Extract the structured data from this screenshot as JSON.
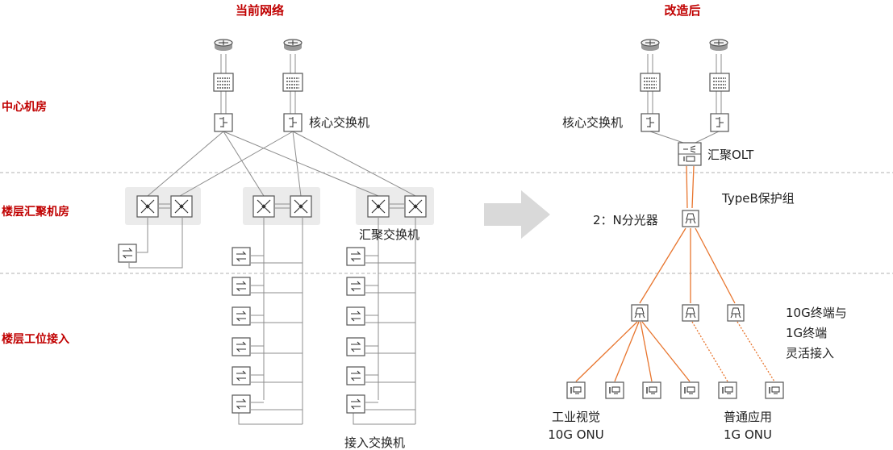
{
  "titles": {
    "current": "当前网络",
    "after": "改造后"
  },
  "zones": {
    "center": "中心机房",
    "aggregation": "楼层汇聚机房",
    "access": "楼层工位接入"
  },
  "left_labels": {
    "core": "核心交换机",
    "agg": "汇聚交换机",
    "access": "接入交换机"
  },
  "right_labels": {
    "core": "核心交换机",
    "olt": "汇聚OLT",
    "typeb": "TypeB保护组",
    "splitter": "2：N分光器",
    "terminal_note": [
      "10G终端与",
      "1G终端",
      "灵活接入"
    ],
    "industrial": [
      "工业视觉",
      "10G ONU"
    ],
    "normal": [
      "普通应用",
      "1G ONU"
    ]
  },
  "colors": {
    "title": "#c00000",
    "fiber": "#e8752e",
    "copper": "#8c8c8c",
    "divider": "#b0b0b0",
    "arrow": "#d9d9d9",
    "group_bg": "#ebebeb"
  },
  "icons": {
    "router": "router-icon",
    "firewall": "firewall-icon",
    "core_switch": "core-switch-icon",
    "agg_switch": "aggregation-switch-icon",
    "access_switch": "access-switch-icon",
    "olt": "olt-icon",
    "splitter": "splitter-icon",
    "onu": "onu-icon"
  }
}
